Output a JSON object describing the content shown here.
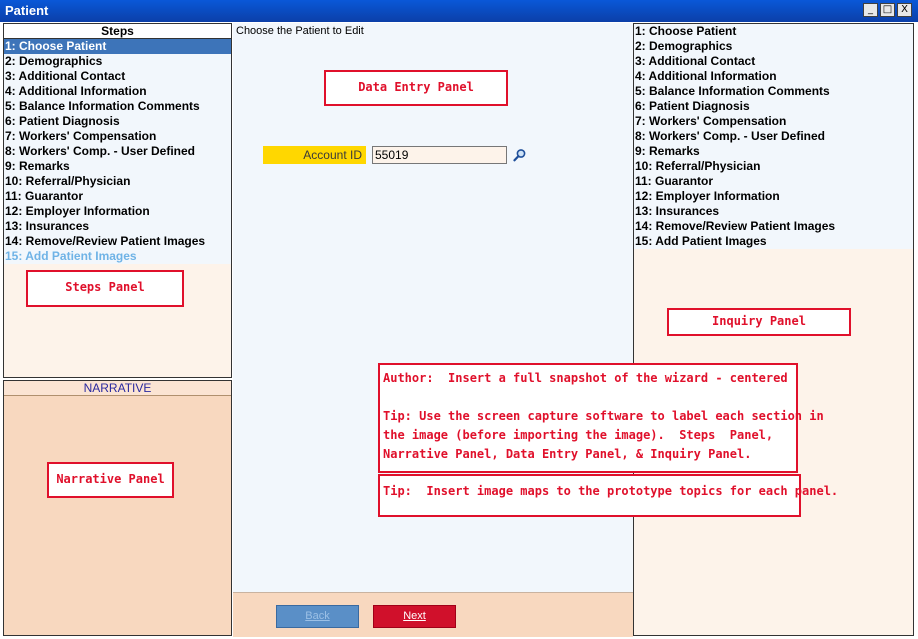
{
  "window": {
    "title": "Patient",
    "minimize": "_",
    "maximize": "□",
    "close": "X"
  },
  "steps": {
    "header": "Steps",
    "items": [
      "1: Choose Patient",
      "2: Demographics",
      "3: Additional Contact",
      "4: Additional Information",
      "5: Balance Information Comments",
      "6: Patient Diagnosis",
      "7: Workers' Compensation",
      "8: Workers' Comp. - User Defined",
      "9: Remarks",
      "10: Referral/Physician",
      "11: Guarantor",
      "12: Employer Information",
      "13: Insurances",
      "14: Remove/Review Patient Images",
      "15: Add Patient Images"
    ]
  },
  "narrative": {
    "header": "NARRATIVE"
  },
  "entry": {
    "instruction": "Choose the Patient to Edit",
    "account_label": "Account ID",
    "account_value": "55019",
    "back_label": "Back",
    "next_label": "Next"
  },
  "inquiry": {
    "items": [
      "1: Choose Patient",
      "2: Demographics",
      "3: Additional Contact",
      "4: Additional Information",
      "5: Balance Information Comments",
      "6: Patient Diagnosis",
      "7: Workers' Compensation",
      "8: Workers' Comp. - User Defined",
      "9: Remarks",
      "10: Referral/Physician",
      "11: Guarantor",
      "12: Employer Information",
      "13: Insurances",
      "14: Remove/Review Patient Images",
      "15: Add Patient Images"
    ]
  },
  "annotations": {
    "steps_panel": "Steps  Panel",
    "narrative_panel": "Narrative Panel",
    "data_entry_panel": "Data Entry Panel",
    "inquiry_panel": "Inquiry  Panel",
    "author_note_1": "Author:  Insert a full snapshot of the wizard - centered",
    "author_note_2": "Tip: Use the screen capture software to label each section in",
    "author_note_3": "the image (before importing the image).  Steps  Panel,",
    "author_note_4": "Narrative Panel, Data Entry Panel, & Inquiry Panel.",
    "tip_note": "Tip:  Insert image maps to the prototype topics for each panel."
  },
  "colors": {
    "titlebar": "#0b4fd0",
    "selected_row": "#3d74b9",
    "annotation_red": "#e0102b",
    "account_label_bg": "#ffd700",
    "panel_peach": "#f8d8bf"
  }
}
